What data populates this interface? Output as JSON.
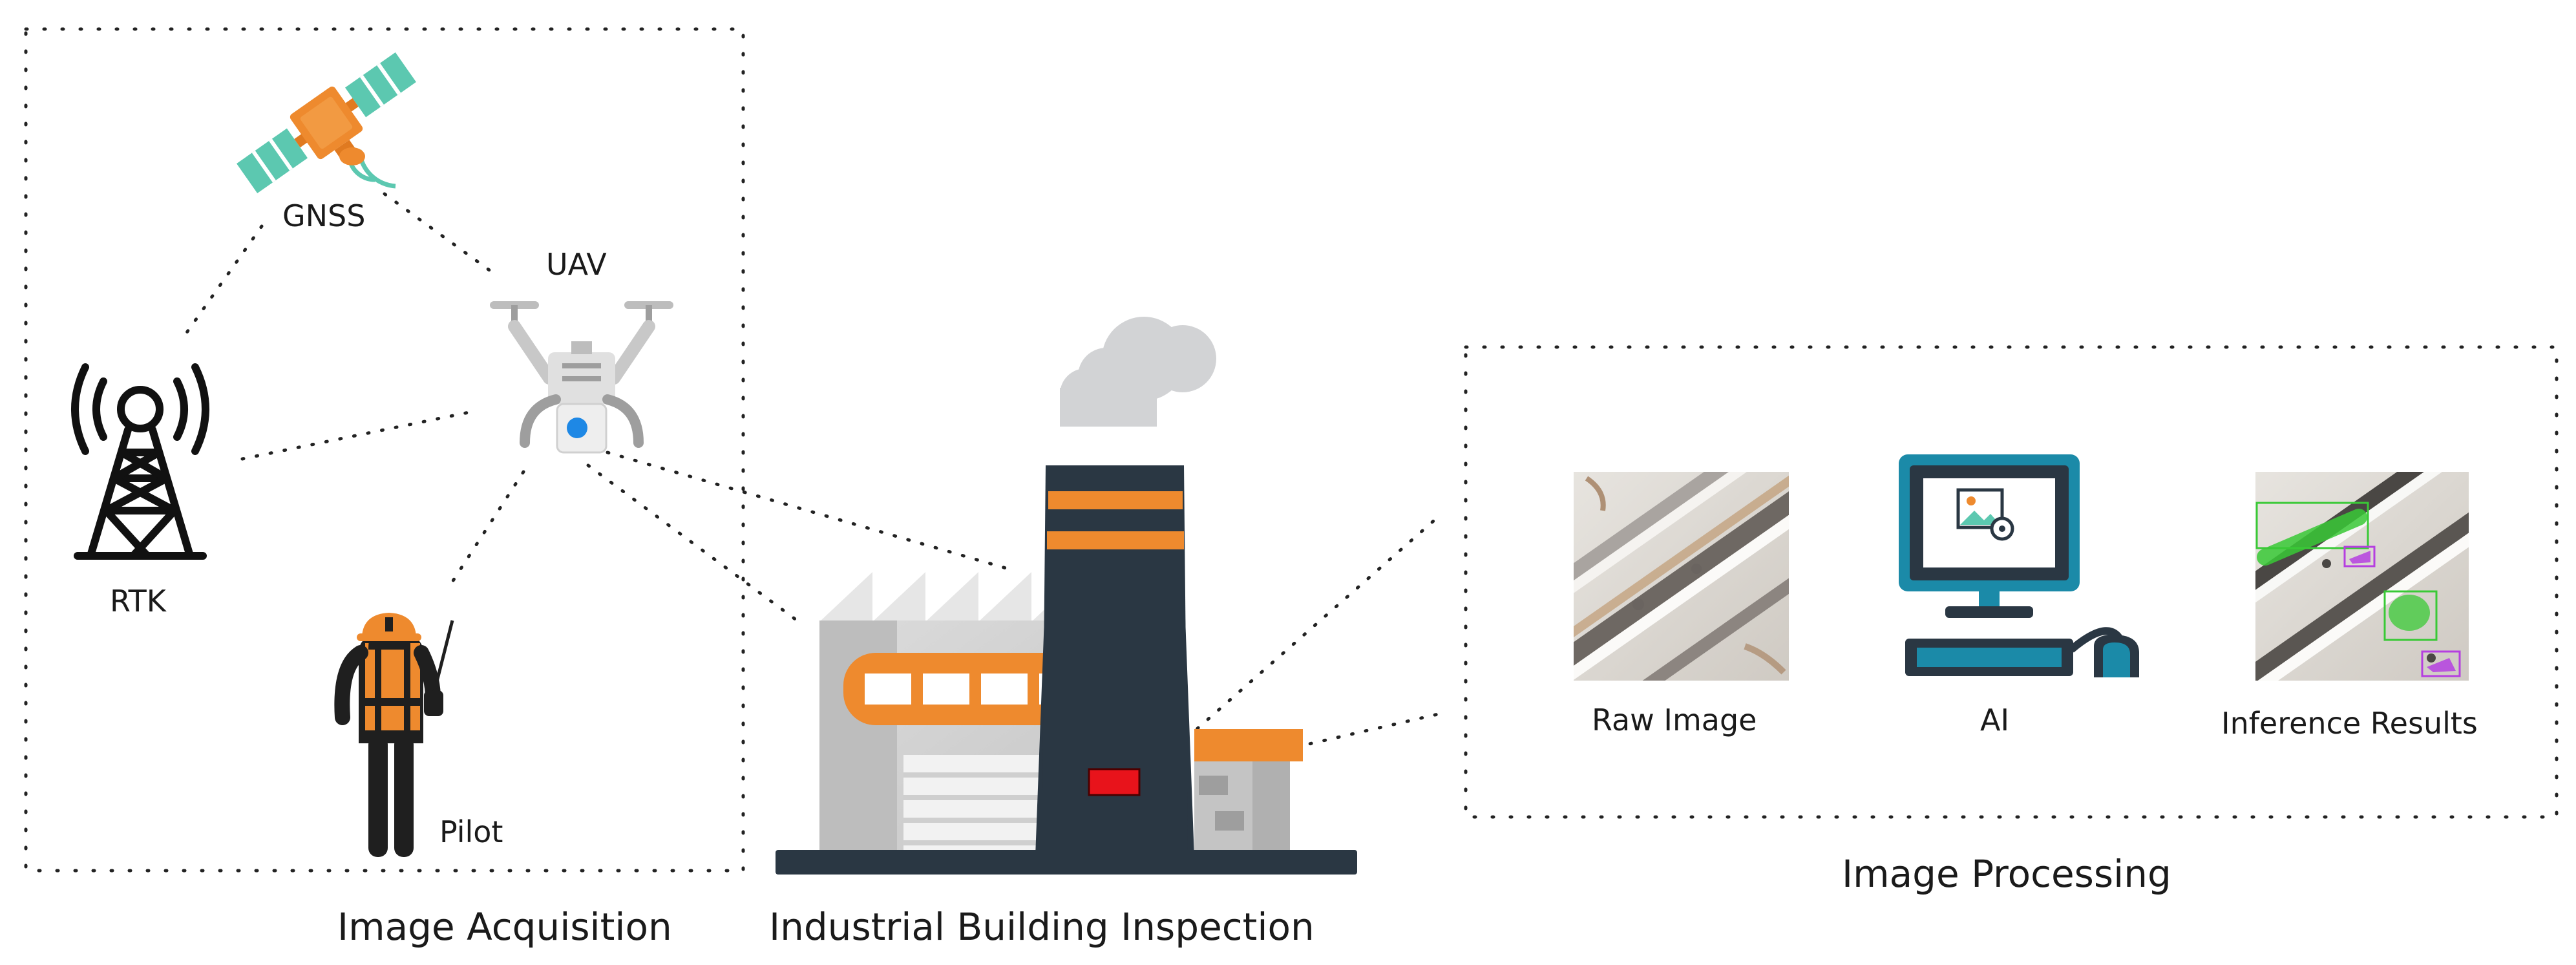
{
  "labels": {
    "gnss": "GNSS",
    "uav": "UAV",
    "rtk": "RTK",
    "pilot": "Pilot",
    "raw_image": "Raw Image",
    "ai": "AI",
    "inference_results": "Inference Results"
  },
  "sections": {
    "image_acquisition": "Image Acquisition",
    "industrial_building_inspection": "Industrial Building Inspection",
    "image_processing": "Image Processing"
  },
  "colors": {
    "orange": "#ee8a2e",
    "dark_navy": "#2a3743",
    "teal": "#1b8aa8",
    "mint": "#5cc8b0",
    "gray_light": "#d9d9d9",
    "gray_mid": "#bdbdbd",
    "red_marker": "#e8131b",
    "blue_lens": "#1e88e5",
    "detection_green": "#39c936",
    "detection_purple": "#b53fe0"
  },
  "icons": [
    "satellite-icon",
    "drone-icon",
    "antenna-tower-icon",
    "pilot-icon",
    "factory-icon",
    "computer-icon"
  ]
}
